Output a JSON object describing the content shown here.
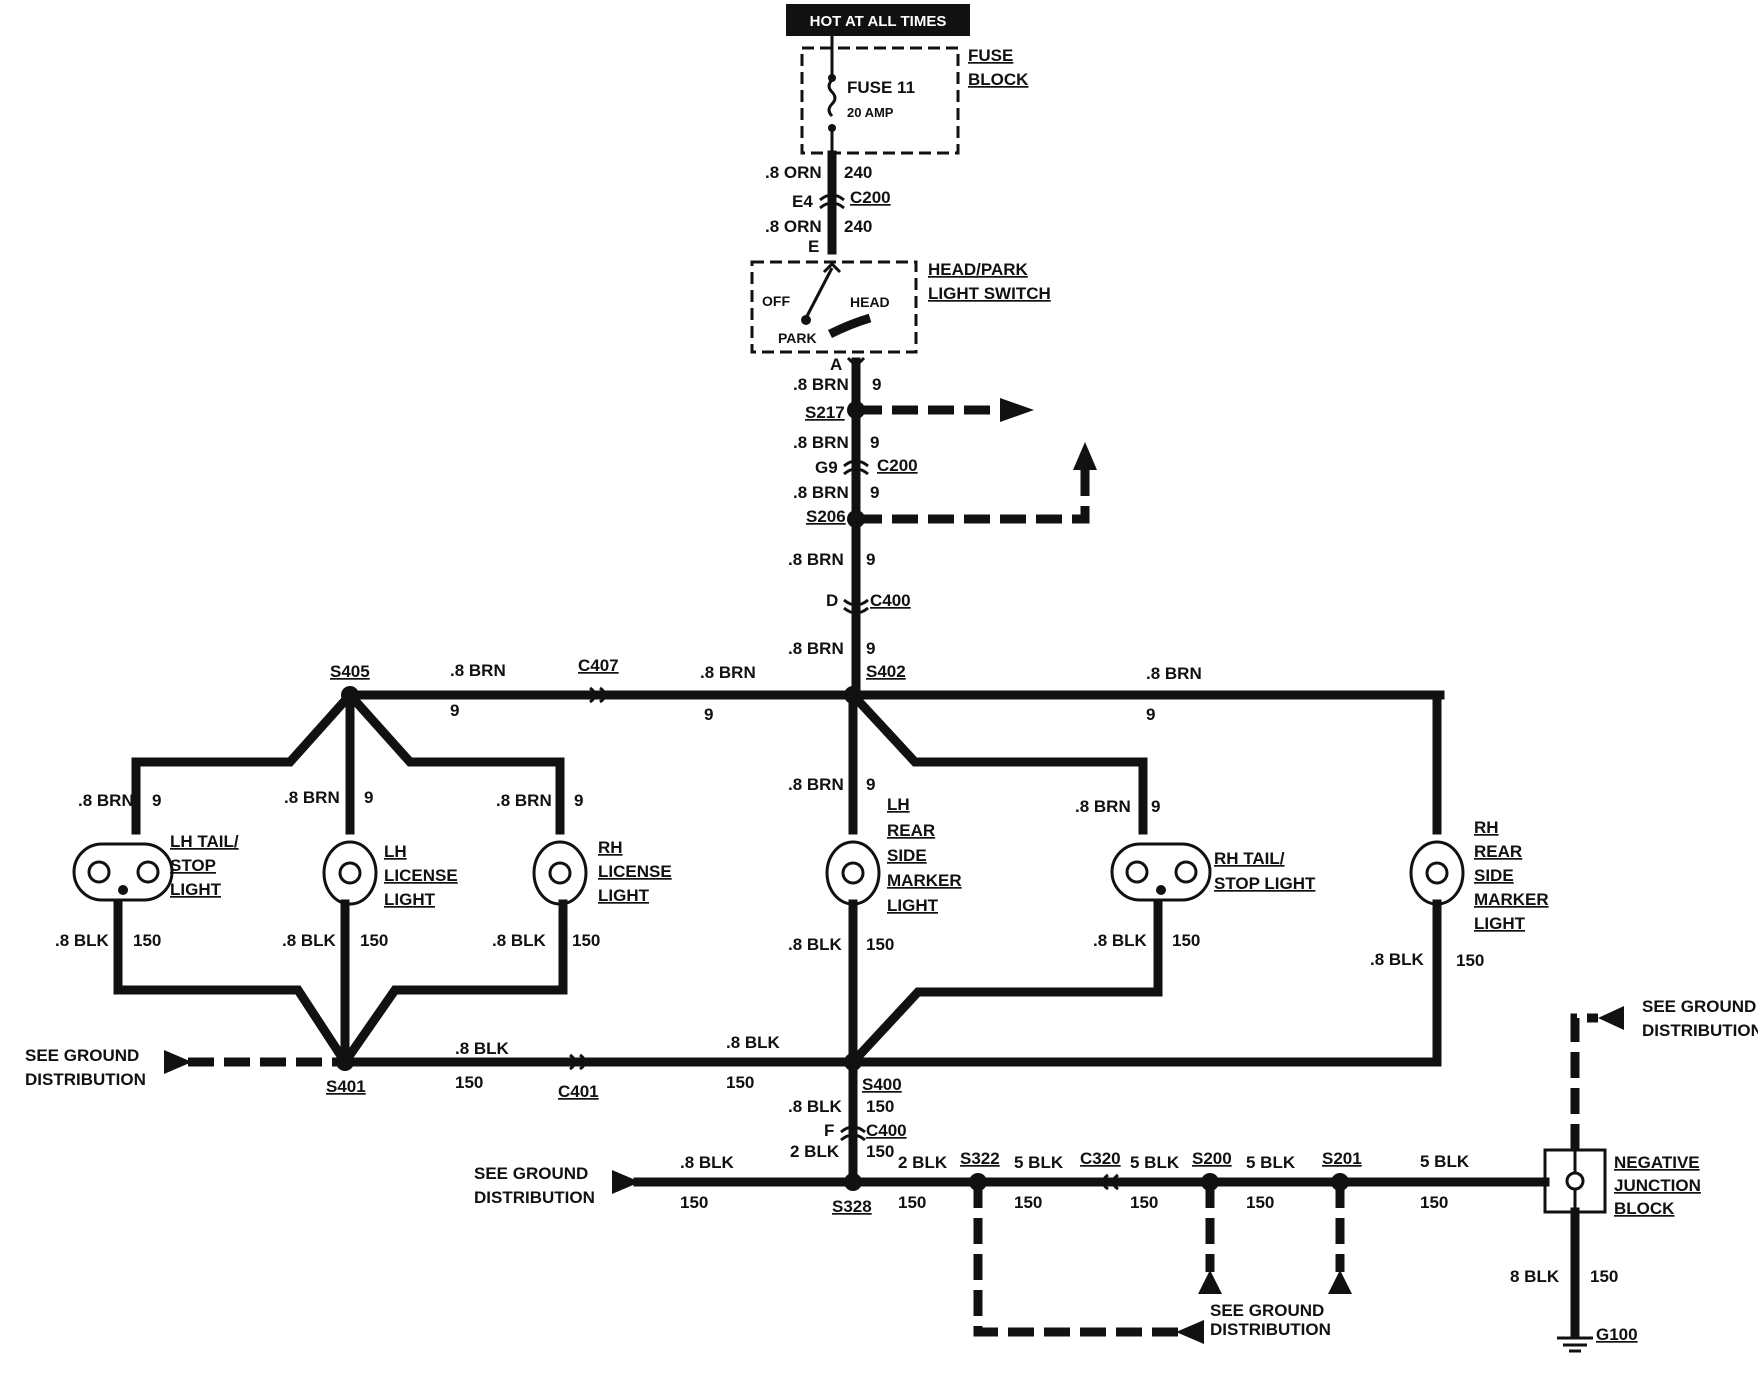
{
  "hot_at_all_times": "HOT AT ALL TIMES",
  "fuse_block": {
    "line1": "FUSE",
    "line2": "BLOCK",
    "fuse_name": "FUSE 11",
    "fuse_rating": "20 AMP"
  },
  "switch": {
    "line1": "HEAD/PARK",
    "line2": "LIGHT SWITCH",
    "off": "OFF",
    "head": "HEAD",
    "park": "PARK"
  },
  "pins": {
    "e4": "E4",
    "e": "E",
    "a": "A",
    "g9": "G9",
    "d": "D",
    "f": "F"
  },
  "wires": {
    "orn_upper": ".8 ORN",
    "orn_upper_num": "240",
    "orn_lower": ".8 ORN",
    "orn_lower_num": "240",
    "brn_a": ".8 BRN",
    "brn_a_num": "9",
    "brn_b": ".8 BRN",
    "brn_b_num": "9",
    "brn_c": ".8 BRN",
    "brn_c_num": "9",
    "brn_d": ".8 BRN",
    "brn_d_num": "9",
    "brn_e": ".8 BRN",
    "brn_e_num": "9",
    "brn_h1": ".8 BRN",
    "brn_h1_num": "9",
    "brn_h2": ".8 BRN",
    "brn_h2_num": "9",
    "brn_h3": ".8 BRN",
    "brn_h3_num": "9",
    "brn_l1": ".8 BRN",
    "brn_l1_num": "9",
    "brn_l2": ".8 BRN",
    "brn_l2_num": "9",
    "brn_l3": ".8 BRN",
    "brn_l3_num": "9",
    "brn_l4": ".8 BRN",
    "brn_l4_num": "9",
    "brn_l5": ".8 BRN",
    "brn_l5_num": "9",
    "blk_l1": ".8 BLK",
    "blk_l1_num": "150",
    "blk_l2": ".8 BLK",
    "blk_l2_num": "150",
    "blk_l3": ".8 BLK",
    "blk_l3_num": "150",
    "blk_l4": ".8 BLK",
    "blk_l4_num": "150",
    "blk_l5": ".8 BLK",
    "blk_l5_num": "150",
    "blk_l6": ".8 BLK",
    "blk_l6_num": "150",
    "blk_h1": ".8 BLK",
    "blk_h1_num": "150",
    "blk_h2": ".8 BLK",
    "blk_h2_num": "150",
    "blk_v1": ".8 BLK",
    "blk_v1_num": "150",
    "blk_v2": "2 BLK",
    "blk_v2_num": "150",
    "blk_g1": ".8 BLK",
    "blk_g1_num": "150",
    "blk_g2": "2 BLK",
    "blk_g2_num": "150",
    "blk_g3": "5 BLK",
    "blk_g3_num": "150",
    "blk_g4": "5 BLK",
    "blk_g4_num": "150",
    "blk_g5": "5 BLK",
    "blk_g5_num": "150",
    "blk_g6": "5 BLK",
    "blk_g6_num": "150",
    "blk_njb": "8 BLK",
    "blk_njb_num": "150"
  },
  "connectors": {
    "c200a": "C200",
    "c200b": "C200",
    "c400a": "C400",
    "c400b": "C400",
    "c407": "C407",
    "c401": "C401",
    "c320": "C320"
  },
  "splices": {
    "s217": "S217",
    "s206": "S206",
    "s405": "S405",
    "s402": "S402",
    "s401": "S401",
    "s400": "S400",
    "s328": "S328",
    "s322": "S322",
    "s200": "S200",
    "s201": "S201",
    "g100": "G100"
  },
  "lamps": {
    "lh_tail": [
      "LH TAIL/",
      "STOP",
      "LIGHT"
    ],
    "lh_license": [
      "LH",
      "LICENSE",
      "LIGHT"
    ],
    "rh_license": [
      "RH",
      "LICENSE",
      "LIGHT"
    ],
    "lh_side": [
      "LH",
      "REAR",
      "SIDE",
      "MARKER",
      "LIGHT"
    ],
    "rh_tail": [
      "RH TAIL/",
      "STOP LIGHT"
    ],
    "rh_side": [
      "RH",
      "REAR",
      "SIDE",
      "MARKER",
      "LIGHT"
    ]
  },
  "ground_refs": {
    "left": [
      "SEE GROUND",
      "DISTRIBUTION"
    ],
    "mid": [
      "SEE GROUND",
      "DISTRIBUTION"
    ],
    "bottom": [
      "SEE GROUND",
      "DISTRIBUTION"
    ],
    "right": [
      "SEE GROUND",
      "DISTRIBUTION"
    ]
  },
  "njb": [
    "NEGATIVE",
    "JUNCTION",
    "BLOCK"
  ]
}
